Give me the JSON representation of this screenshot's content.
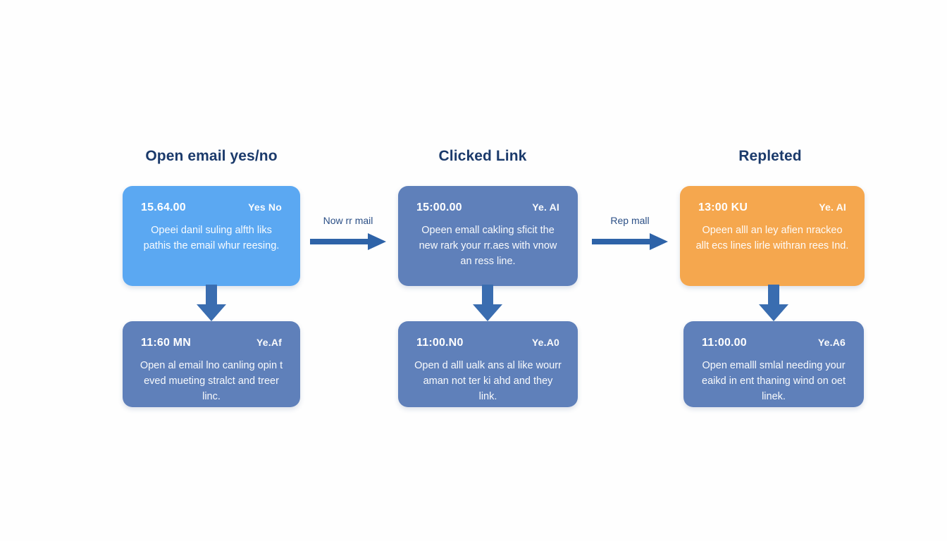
{
  "diagram": {
    "title_color": "#1b3a6b",
    "background": "#fefefe",
    "colors": {
      "light_blue": "#5ba8f2",
      "mid_blue": "#5f80ba",
      "orange": "#f5a74e",
      "arrow_blue": "#3a6db0",
      "label_blue": "#2b4f86"
    }
  },
  "columns": [
    {
      "title": "Open email yes/no",
      "top_card": {
        "time": "15.64.00",
        "tag": "Yes No",
        "body": "Opeei danil suling alfth liks pathis the email whur reesing.",
        "color": "light-blue"
      },
      "bottom_card": {
        "time": "11:60 MN",
        "tag": "Ye.Af",
        "body": "Open al email lno canling opin t eved mueting stralct and treer linc.",
        "color": "mid-blue"
      }
    },
    {
      "title": "Clicked Link",
      "top_card": {
        "time": "15:00.00",
        "tag": "Ye. AI",
        "body": "Opeen emall cakling sficit the new rark your rr.aes with vnow an ress line.",
        "color": "mid-blue"
      },
      "bottom_card": {
        "time": "11:00.N0",
        "tag": "Ye.A0",
        "body": "Open d alll ualk ans al like wourr aman not ter ki ahd and they link.",
        "color": "mid-blue"
      }
    },
    {
      "title": "Repleted",
      "top_card": {
        "time": "13:00 KU",
        "tag": "Ye. AI",
        "body": "Opeen alll an ley afien nrackeo allt ecs lines lirle withran rees Ind.",
        "color": "orange"
      },
      "bottom_card": {
        "time": "11:00.00",
        "tag": "Ye.A6",
        "body": "Open emalll smlal needing your eaikd in ent thaning wind on oet linek.",
        "color": "mid-blue"
      }
    }
  ],
  "connectors": [
    {
      "label": "Now rr mail"
    },
    {
      "label": "Rep mall"
    }
  ]
}
